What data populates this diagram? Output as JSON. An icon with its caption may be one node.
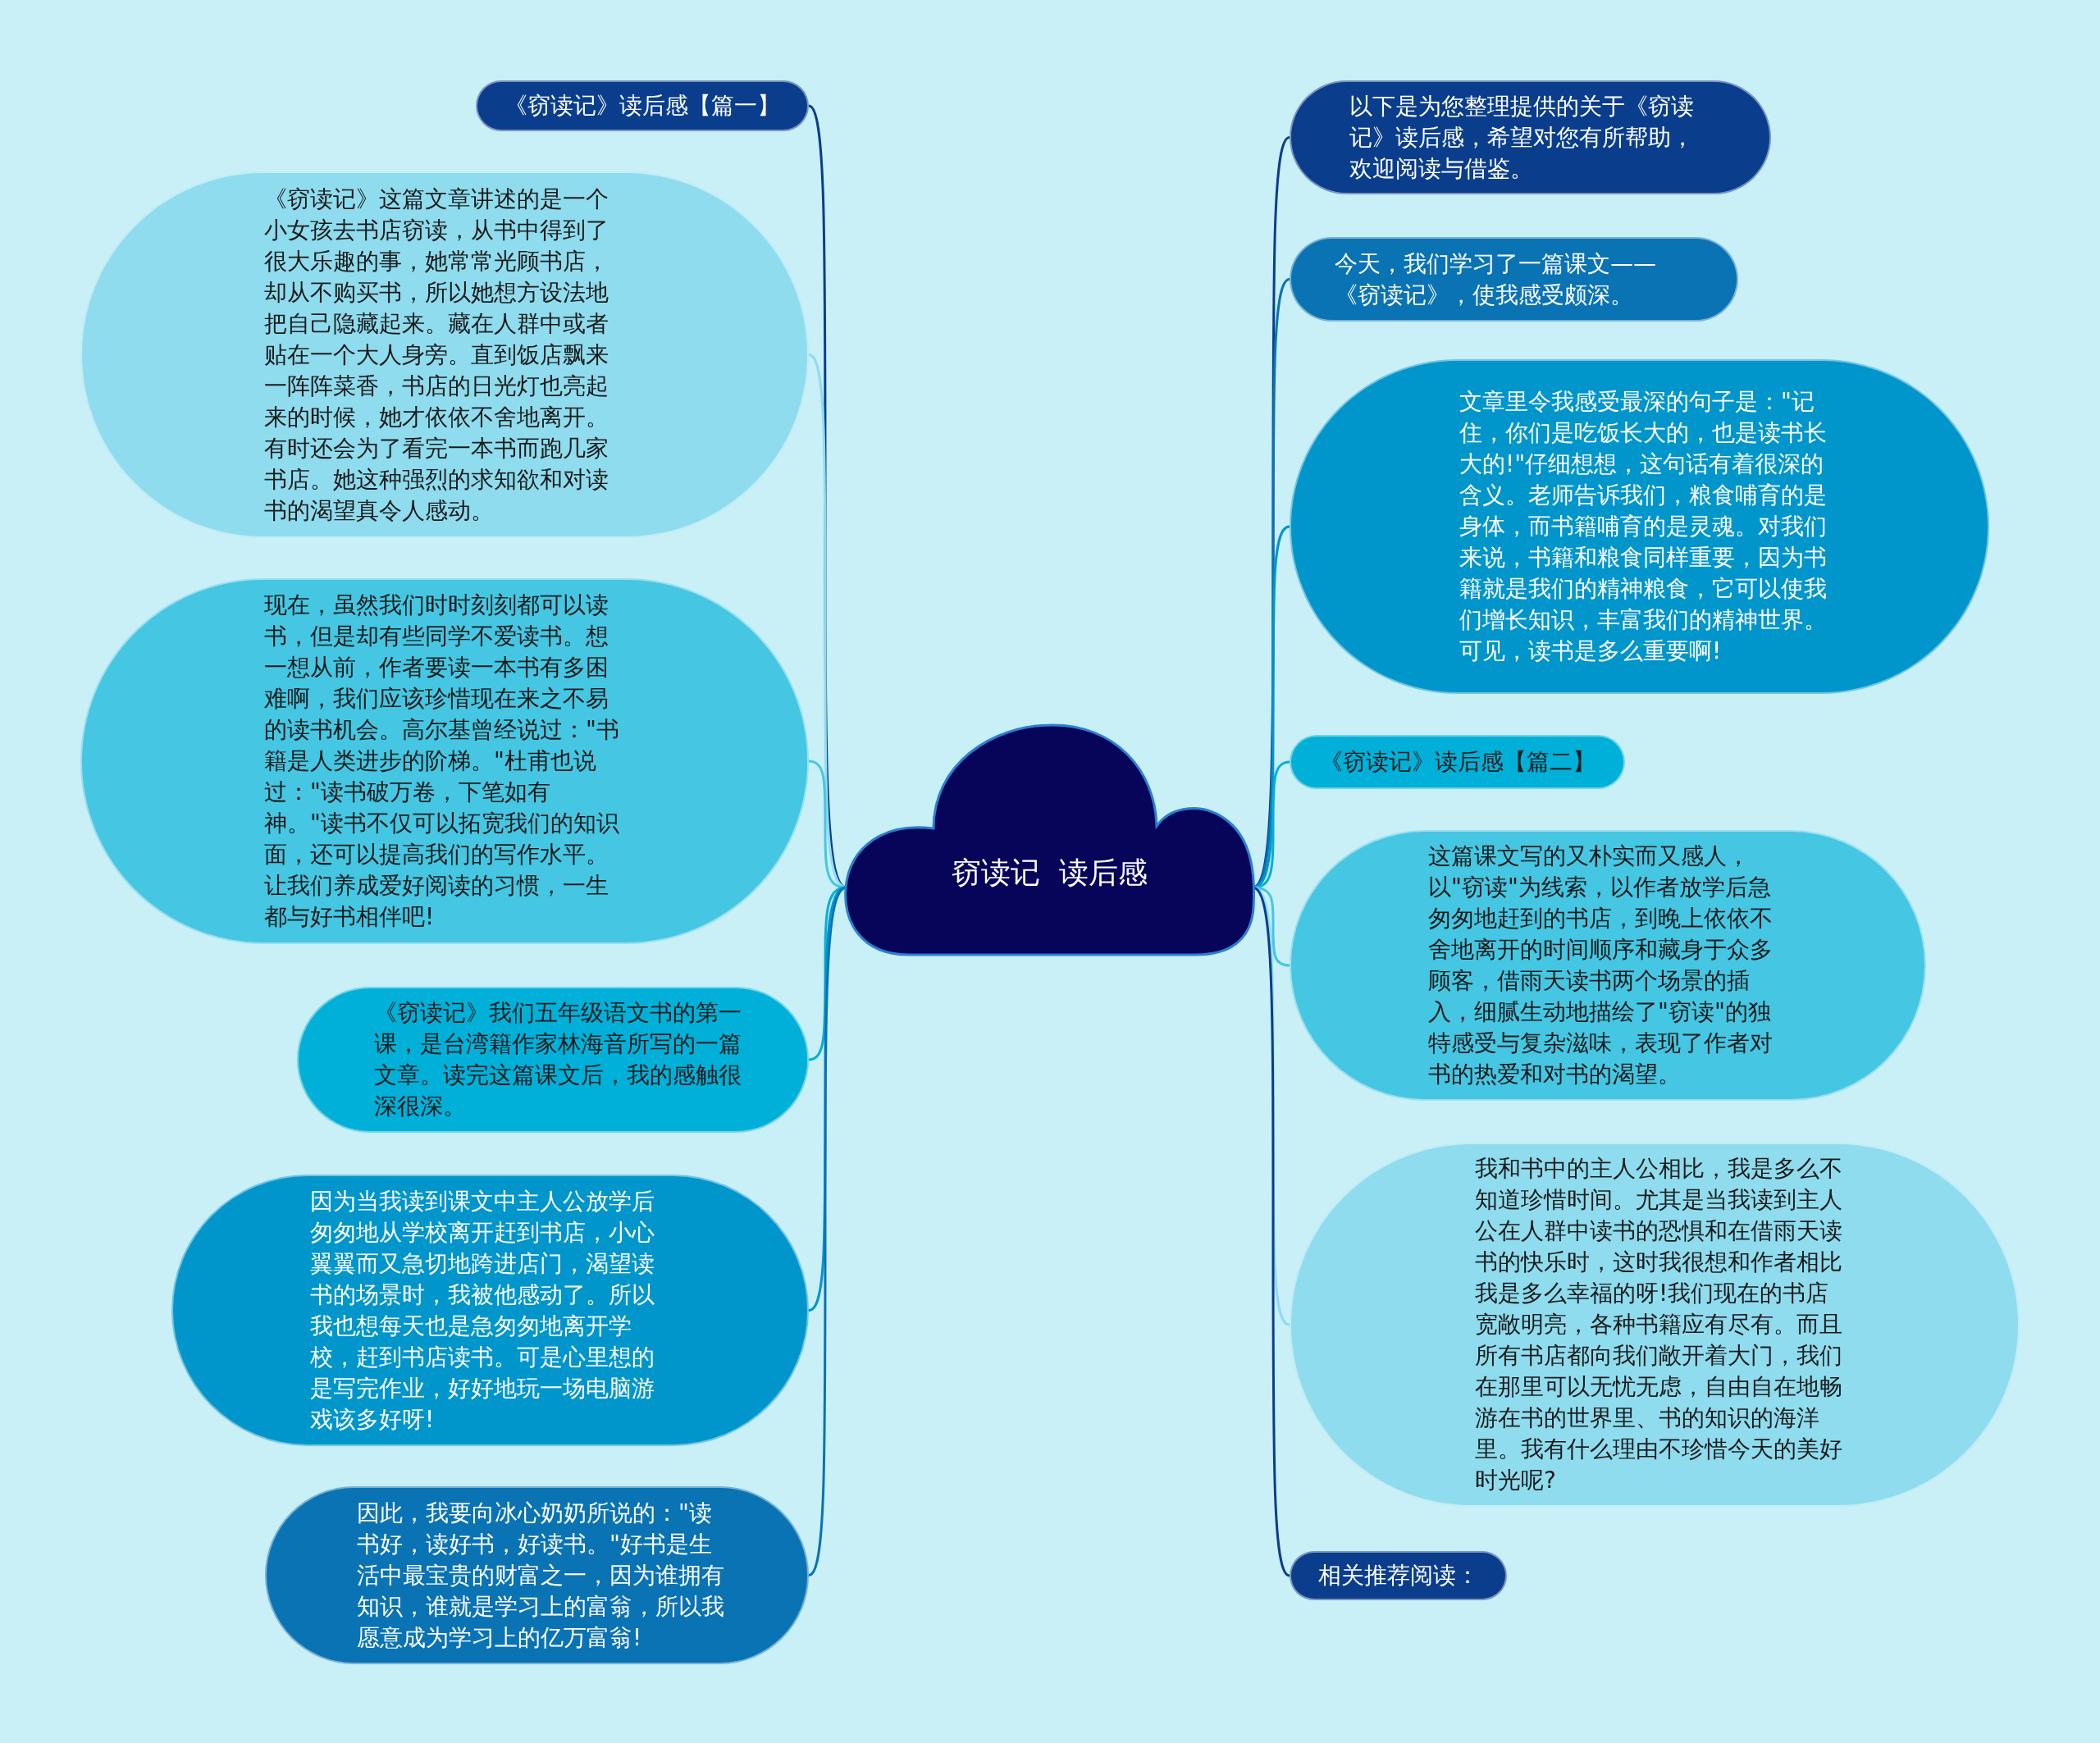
{
  "diagram": {
    "nodes": [
      {
        "text": [
          "窃读记  读后感"
        ]
      },
      {
        "text": [
          "《窃读记》读后感【篇一】"
        ]
      },
      {
        "text": [
          "《窃读记》这篇文章讲述的是一个小女孩去书店窃读，从书中得到了很大乐趣的事，她常常光顾书店，却从不购买书，所以她想方设法地把自己隐藏起来。藏在人群中或者贴在一个大人身旁。直到饭店飘来一阵阵菜香，书店的日光灯也亮起来的时候，她才依依不舍地离开。有时还会为了看完一本书而跑几家书店。她这种强烈的求知欲和对读书的渴望真令人感动。"
        ]
      },
      {
        "text": [
          "现在，虽然我们时时刻刻都可以读书，但是却有些同学不爱读书。想一想从前，作者要读一本书有多困难啊，我们应该珍惜现在来之不易的读书机会。高尔基曾经说过：\"书籍是人类进步的阶梯。\"杜甫也说过：\"读书破万卷，下笔如有神。\"读书不仅可以拓宽我们的知识面，还可以提高我们的写作水平。让我们养成爱好阅读的习惯，一生都与好书相伴吧!"
        ]
      },
      {
        "text": [
          "《窃读记》我们五年级语文书的第一课，是台湾籍作家林海音所写的一篇文章。读完这篇课文后，我的感触很深很深。"
        ]
      },
      {
        "text": [
          "因为当我读到课文中主人公放学后匆匆地从学校离开赶到书店，小心翼翼而又急切地跨进店门，渴望读书的场景时，我被他感动了。所以我也想每天也是急匆匆地离开学校，赶到书店读书。可是心里想的是写完作业，好好地玩一场电脑游戏该多好呀!"
        ]
      },
      {
        "text": [
          "因此，我要向冰心奶奶所说的：\"读书好，读好书，好读书。\"好书是生活中最宝贵的财富之一，因为谁拥有知识，谁就是学习上的富翁，所以我愿意成为学习上的亿万富翁!"
        ]
      },
      {
        "text": [
          "以下是为您整理提供的关于《窃读记》读后感，希望对您有所帮助，欢迎阅读与借鉴。"
        ]
      },
      {
        "text": [
          "今天，我们学习了一篇课文——《窃读记》，使我感受颇深。"
        ]
      },
      {
        "text": [
          "文章里令我感受最深的句子是：\"记住，你们是吃饭长大的，也是读书长大的!\"仔细想想，这句话有着很深的含义。老师告诉我们，粮食哺育的是身体，而书籍哺育的是灵魂。对我们来说，书籍和粮食同样重要，因为书籍就是我们的精神粮食，它可以使我们增长知识，丰富我们的精神世界。可见，读书是多么重要啊!"
        ]
      },
      {
        "text": [
          "《窃读记》读后感【篇二】"
        ]
      },
      {
        "text": [
          "这篇课文写的又朴实而又感人，以\"窃读\"为线索，以作者放学后急匆匆地赶到的书店，到晚上依依不舍地离开的时间顺序和藏身于众多顾客，借雨天读书两个场景的插入，细腻生动地描绘了\"窃读\"的独特感受与复杂滋味，表现了作者对书的热爱和对书的渴望。"
        ]
      },
      {
        "text": [
          "我和书中的主人公相比，我是多么不知道珍惜时间。尤其是当我读到主人公在人群中读书的恐惧和在借雨天读书的快乐时，这时我很想和作者相比我是多么幸福的呀!我们现在的书店宽敞明亮，各种书籍应有尽有。而且所有书店都向我们敞开着大门，我们在那里可以无忧无虑，自由自在地畅游在书的世界里、书的知识的海洋里。我有什么理由不珍惜今天的美好时光呢?"
        ]
      },
      {
        "text": [
          "相关推荐阅读："
        ]
      }
    ],
    "edges": [
      {
        "from": 0,
        "to": 1,
        "arrow": "none",
        "color": "#0a3e8c"
      },
      {
        "from": 0,
        "to": 2,
        "arrow": "none",
        "color": "#8fdcee"
      },
      {
        "from": 0,
        "to": 3,
        "arrow": "none",
        "color": "#45c6e2"
      },
      {
        "from": 0,
        "to": 4,
        "arrow": "none",
        "color": "#00b0d8"
      },
      {
        "from": 0,
        "to": 5,
        "arrow": "none",
        "color": "#0096cc"
      },
      {
        "from": 0,
        "to": 6,
        "arrow": "none",
        "color": "#0a73b4"
      },
      {
        "from": 0,
        "to": 7,
        "arrow": "none",
        "color": "#0a3e8c"
      },
      {
        "from": 0,
        "to": 8,
        "arrow": "none",
        "color": "#0a73b4"
      },
      {
        "from": 0,
        "to": 9,
        "arrow": "none",
        "color": "#0096cc"
      },
      {
        "from": 0,
        "to": 10,
        "arrow": "none",
        "color": "#00b0d8"
      },
      {
        "from": 0,
        "to": 11,
        "arrow": "none",
        "color": "#45c6e2"
      },
      {
        "from": 0,
        "to": 12,
        "arrow": "none",
        "color": "#8fdcee"
      },
      {
        "from": 0,
        "to": 13,
        "arrow": "none",
        "color": "#0a3e8c"
      }
    ]
  }
}
